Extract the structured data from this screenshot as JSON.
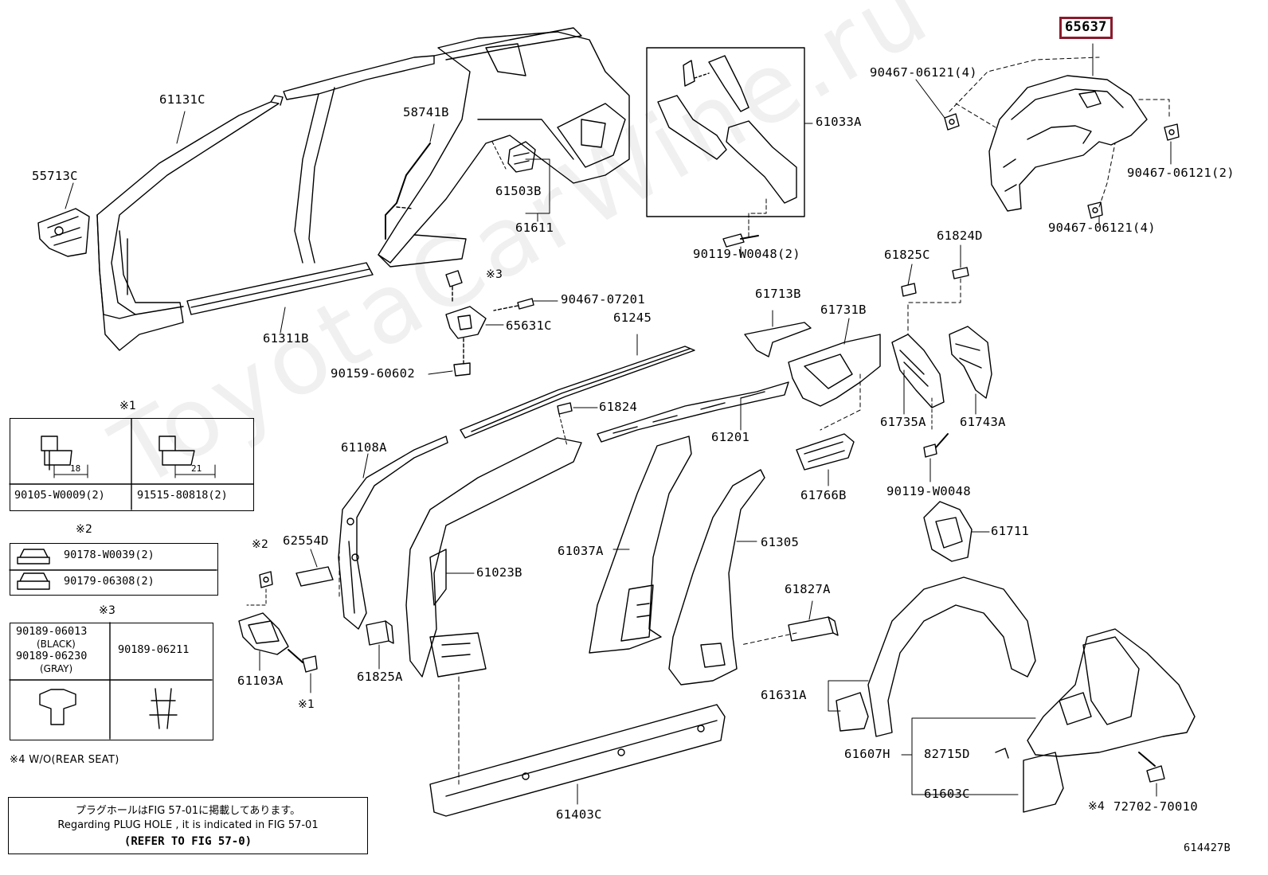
{
  "highlighted_part": "65637",
  "watermark": "ToyotaCarWine.ru",
  "labels": {
    "p61131C": "61131C",
    "p55713C": "55713C",
    "p58741B": "58741B",
    "p61503B": "61503B",
    "p61611": "61611",
    "p61033A": "61033A",
    "p90119_W0048_2": "90119-W0048(2)",
    "p90467_06121_4a": "90467-06121(4)",
    "p90467_06121_2": "90467-06121(2)",
    "p90467_06121_4b": "90467-06121(4)",
    "p61311B": "61311B",
    "p90467_07201": "90467-07201",
    "p65631C": "65631C",
    "p90159_60602": "90159-60602",
    "p61245": "61245",
    "p61713B": "61713B",
    "p61731B": "61731B",
    "p61825C": "61825C",
    "p61824D": "61824D",
    "p61824": "61824",
    "p61201": "61201",
    "p61735A": "61735A",
    "p61743A": "61743A",
    "p61108A": "61108A",
    "p61766B": "61766B",
    "p90119_W0048": "90119-W0048",
    "p62554D": "62554D",
    "p61023B": "61023B",
    "p61037A": "61037A",
    "p61305": "61305",
    "p61711": "61711",
    "p61827A": "61827A",
    "p61103A": "61103A",
    "p61825A": "61825A",
    "p61631A": "61631A",
    "p61607H": "61607H",
    "p82715D": "82715D",
    "p61603C": "61603C",
    "p61403C": "61403C",
    "p72702_70010": "72702-70010",
    "fig_code": "614427B"
  },
  "symbols": {
    "s3_clip": "※3",
    "s2_nut": "※2",
    "s1_bolt": "※1",
    "s4_bolt": "※4"
  },
  "legend": {
    "s1": {
      "mark": "※1",
      "items": [
        {
          "part": "90105-W0009(2)",
          "dim": "18"
        },
        {
          "part": "91515-80818(2)",
          "dim": "21"
        }
      ]
    },
    "s2": {
      "mark": "※2",
      "items": [
        "90178-W0039(2)",
        "90179-06308(2)"
      ]
    },
    "s3": {
      "mark": "※3",
      "left_line1": "90189-06013",
      "left_line2": "(BLACK)",
      "left_line3": "90189-06230",
      "left_line4": "(GRAY)",
      "right": "90189-06211"
    },
    "s4_note": "※4 W/O(REAR SEAT)"
  },
  "note": {
    "line_jp": "プラグホールはFIG 57-01に掲載してあります。",
    "line_en": "Regarding  PLUG  HOLE , it is indicated in FIG 57-01",
    "line_ref": "(REFER TO FIG 57-0)"
  }
}
